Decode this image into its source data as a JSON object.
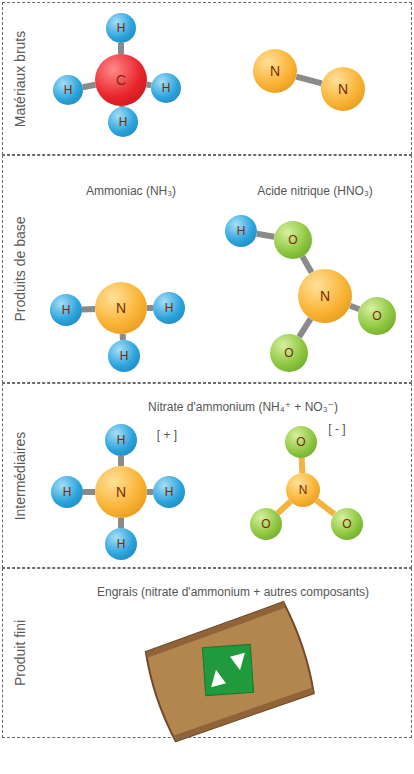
{
  "diagram": {
    "nodes": [
      {
        "text": [
          "Matériaux bruts"
        ]
      },
      {
        "text": [
          "C"
        ],
        "in": 0
      },
      {
        "text": [
          "H"
        ],
        "in": 0
      },
      {
        "text": [
          "H"
        ],
        "in": 0
      },
      {
        "text": [
          "H"
        ],
        "in": 0
      },
      {
        "text": [
          "H"
        ],
        "in": 0
      },
      {
        "text": [
          "N"
        ],
        "in": 0
      },
      {
        "text": [
          "N"
        ],
        "in": 0
      },
      {
        "text": [
          "Produits de base"
        ]
      },
      {
        "text": [
          "N"
        ],
        "in": 8
      },
      {
        "text": [
          "H"
        ],
        "in": 8
      },
      {
        "text": [
          "H"
        ],
        "in": 8
      },
      {
        "text": [
          "H"
        ],
        "in": 8
      },
      {
        "text": [
          "H"
        ],
        "in": 8
      },
      {
        "text": [
          "O"
        ],
        "in": 8
      },
      {
        "text": [
          "N"
        ],
        "in": 8
      },
      {
        "text": [
          "O"
        ],
        "in": 8
      },
      {
        "text": [
          "O"
        ],
        "in": 8
      },
      {
        "text": [
          "Intermédiaires"
        ]
      },
      {
        "text": [
          "H"
        ],
        "in": 18
      },
      {
        "text": [
          "H"
        ],
        "in": 18
      },
      {
        "text": [
          "N"
        ],
        "in": 18
      },
      {
        "text": [
          "H"
        ],
        "in": 18
      },
      {
        "text": [
          "H"
        ],
        "in": 18
      },
      {
        "text": [
          "O"
        ],
        "in": 18
      },
      {
        "text": [
          "N"
        ],
        "in": 18
      },
      {
        "text": [
          "O"
        ],
        "in": 18
      },
      {
        "text": [
          "O"
        ],
        "in": 18
      },
      {
        "text": [
          "Produit fini"
        ]
      }
    ],
    "edges": [
      {
        "from": 1,
        "to": 2,
        "arrow": "none"
      },
      {
        "from": 1,
        "to": 3,
        "arrow": "none"
      },
      {
        "from": 1,
        "to": 4,
        "arrow": "none"
      },
      {
        "from": 1,
        "to": 5,
        "arrow": "none"
      },
      {
        "from": 6,
        "to": 7,
        "arrow": "none"
      },
      {
        "from": 9,
        "to": 10,
        "arrow": "none"
      },
      {
        "from": 9,
        "to": 11,
        "arrow": "none"
      },
      {
        "from": 9,
        "to": 12,
        "arrow": "none"
      },
      {
        "from": 13,
        "to": 14,
        "arrow": "none"
      },
      {
        "from": 14,
        "to": 15,
        "arrow": "none"
      },
      {
        "from": 15,
        "to": 16,
        "arrow": "none"
      },
      {
        "from": 15,
        "to": 17,
        "arrow": "none"
      },
      {
        "from": 21,
        "to": 19,
        "arrow": "none"
      },
      {
        "from": 21,
        "to": 20,
        "arrow": "none"
      },
      {
        "from": 21,
        "to": 22,
        "arrow": "none"
      },
      {
        "from": 21,
        "to": 23,
        "arrow": "none"
      },
      {
        "from": 25,
        "to": 24,
        "arrow": "none"
      },
      {
        "from": 25,
        "to": 26,
        "arrow": "none"
      },
      {
        "from": 25,
        "to": 27,
        "arrow": "none"
      }
    ],
    "labels": [
      "Ammoniac (NH₃)",
      "Acide nitrique (HNO₃)",
      "Nitrate d'ammonium (NH₄⁺ + NO₃⁻)",
      "[ + ]",
      "[ - ]",
      "Engrais (nitrate d'ammonium + autres composants)"
    ]
  }
}
